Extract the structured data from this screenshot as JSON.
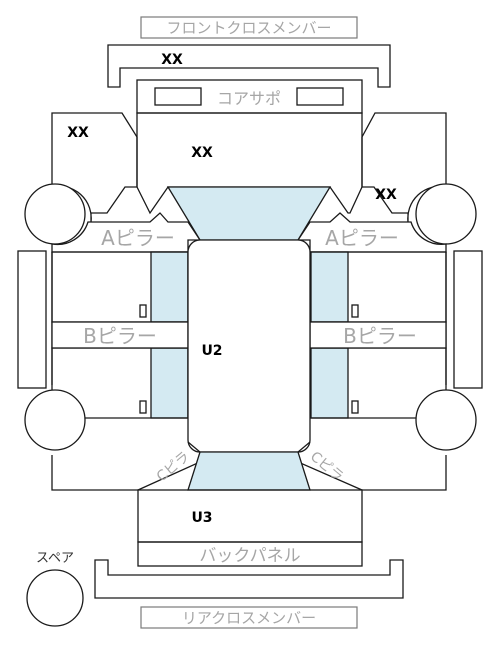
{
  "labels": {
    "front_cross_member": "フロントクロスメンバー",
    "core_support": "コアサポ",
    "a_pillar_left": "Aピラー",
    "a_pillar_right": "Aピラー",
    "b_pillar_left": "Bピラー",
    "b_pillar_right": "Bピラー",
    "c_pillar_left": "Cピラ",
    "c_pillar_right": "Cピラ",
    "back_panel": "バックパネル",
    "rear_cross_member": "リアクロスメンバー",
    "spare": "スペア"
  },
  "marks": {
    "front_member": "XX",
    "front_left": "XX",
    "hood": "XX",
    "front_right": "XX",
    "roof": "U2",
    "trunk": "U3"
  },
  "colors": {
    "glass": "#d4eaf2",
    "outline": "#1a1a1a",
    "label_gray": "#a6a6a6"
  }
}
